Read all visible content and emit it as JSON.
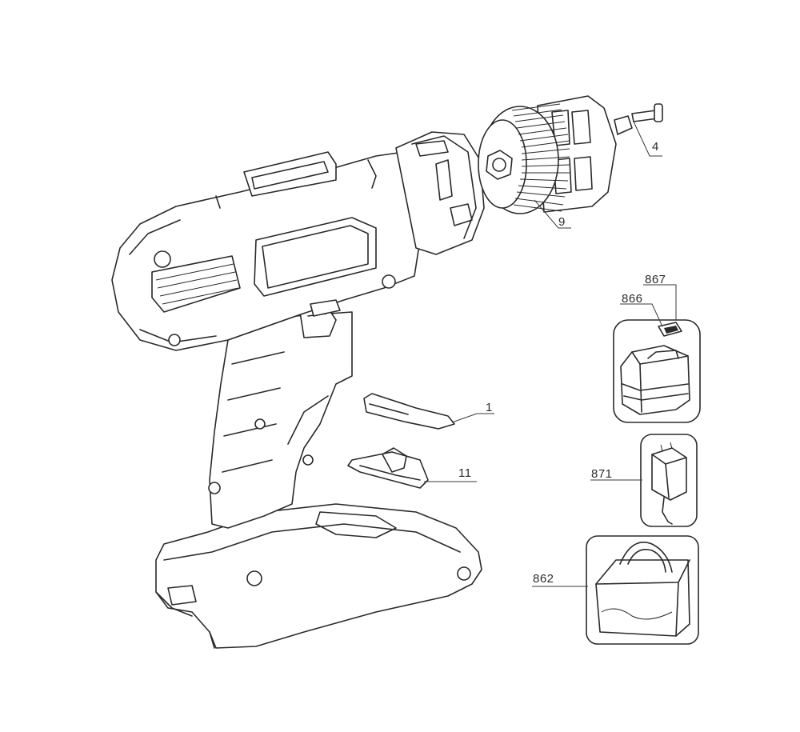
{
  "labels": {
    "chuck_key_screw": "4",
    "chuck": "9",
    "battery_contact": "867",
    "battery_pack": "866",
    "screwdriver_bit": "1",
    "bit_holder": "11",
    "charger": "871",
    "storage_bag": "862"
  }
}
